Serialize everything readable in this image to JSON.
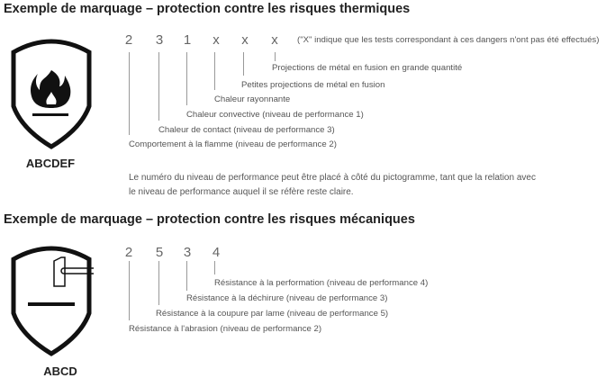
{
  "thermal": {
    "heading": "Exemple de marquage – protection contre les risques thermiques",
    "digits": [
      "2",
      "3",
      "1",
      "x",
      "x",
      "x"
    ],
    "note": "(\"X\" indique que les tests correspondant à ces dangers n'ont pas été effectués)",
    "labels": [
      "Comportement à la flamme (niveau de performance 2)",
      "Chaleur de contact (niveau de performance 3)",
      "Chaleur convective  (niveau de performance 1)",
      "Chaleur rayonnante",
      "Petites projections de métal en fusion",
      "Projections de métal en fusion en grande quantité"
    ],
    "code": "ABCDEF",
    "paragraph": [
      "Le numéro du niveau de performance peut être placé à côté du pictogramme, tant que la relation avec",
      "le niveau de performance auquel il se réfère reste claire."
    ]
  },
  "mechanical": {
    "heading": "Exemple de marquage – protection contre les risques mécaniques",
    "digits": [
      "2",
      "5",
      "3",
      "4"
    ],
    "labels": [
      "Résistance à l'abrasion (niveau de performance 2)",
      "Résistance à la coupure par lame (niveau de performance 5)",
      "Résistance à la déchirure (niveau de performance 3)",
      "Résistance à la performation (niveau de performance 4)"
    ],
    "code": "ABCD"
  }
}
